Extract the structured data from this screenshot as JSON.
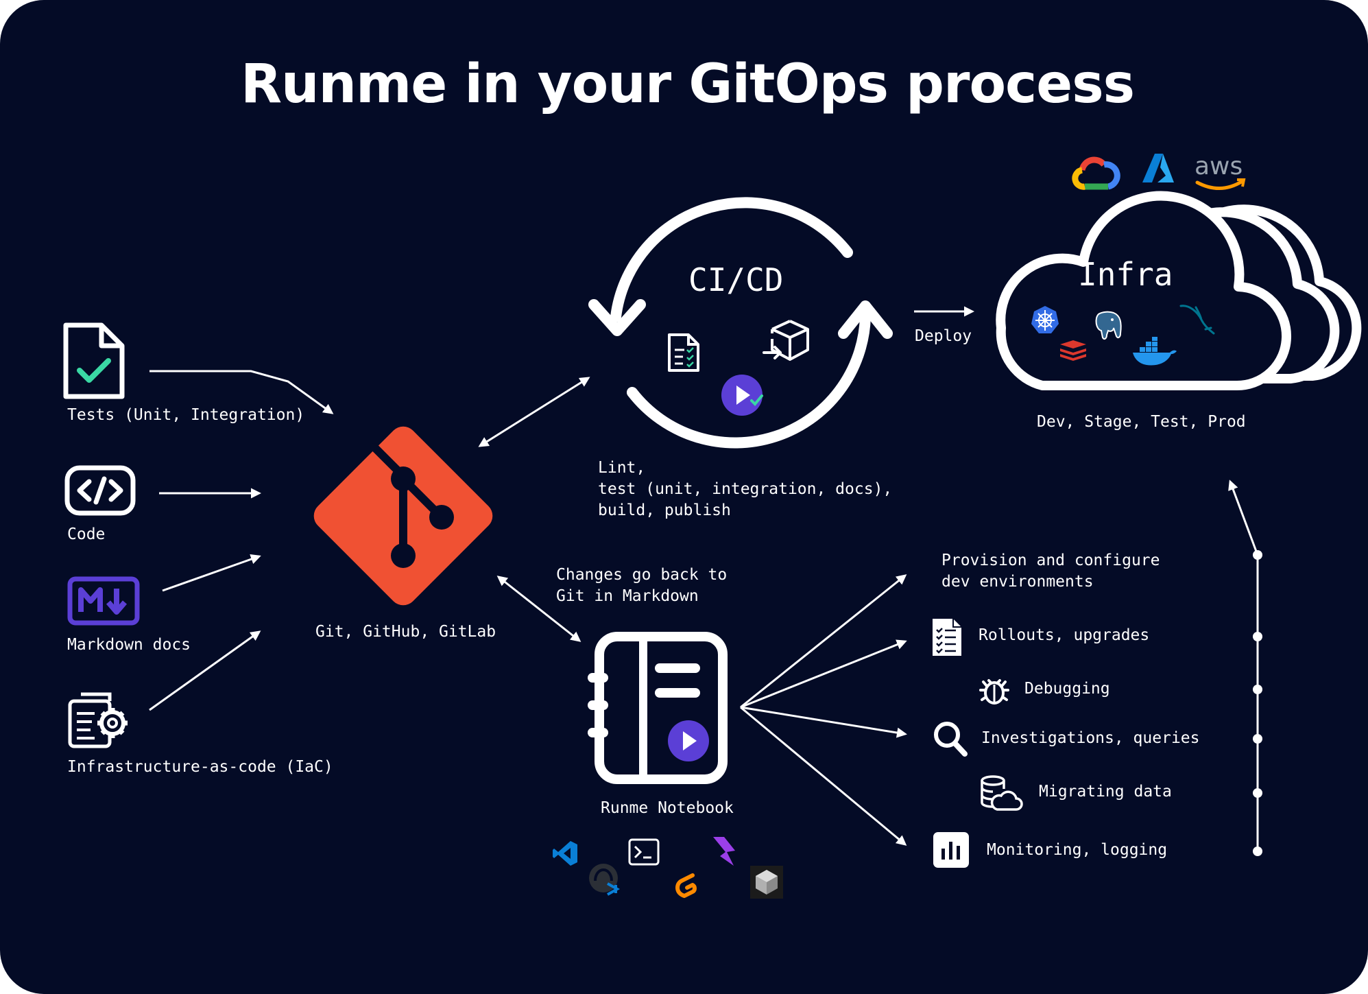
{
  "title": "Runme in your GitOps process",
  "inputs": [
    {
      "label": "Tests (Unit, Integration)",
      "icon": "test-file-icon"
    },
    {
      "label": "Code",
      "icon": "code-icon"
    },
    {
      "label": "Markdown docs",
      "icon": "markdown-icon"
    },
    {
      "label": "Infrastructure-as-code (IaC)",
      "icon": "iac-icon"
    }
  ],
  "git": {
    "label": "Git, GitHub, GitLab",
    "icon": "git-logo-icon",
    "color": "#f05133"
  },
  "cicd": {
    "label": "CI/CD",
    "description": "Lint,\ntest (unit, integration, docs),\nbuild, publish",
    "icons": [
      "checklist-doc-icon",
      "deploy-box-icon",
      "runme-play-icon"
    ]
  },
  "deploy_label": "Deploy",
  "infra": {
    "label": "Infra",
    "environments": "Dev, Stage, Test, Prod",
    "cloud_icons": [
      "google-cloud-icon",
      "azure-icon",
      "aws-icon"
    ],
    "aws_text": "aws",
    "service_icons": [
      "kubernetes-icon",
      "postgres-icon",
      "mysql-icon",
      "redis-icon",
      "docker-icon"
    ]
  },
  "changes_label": "Changes go back to\nGit in Markdown",
  "notebook": {
    "label": "Runme Notebook",
    "client_icons": [
      "vscode-icon",
      "terminal-icon",
      "jetbrains-icon",
      "github-codespaces-icon",
      "gitpod-icon",
      "cloud-shell-icon"
    ]
  },
  "use_cases": [
    {
      "label": "Provision and configure\ndev environments",
      "icon": ""
    },
    {
      "label": "Rollouts, upgrades",
      "icon": "checklist-icon"
    },
    {
      "label": "Debugging",
      "icon": "bug-icon"
    },
    {
      "label": "Investigations, queries",
      "icon": "magnifier-icon"
    },
    {
      "label": "Migrating data",
      "icon": "database-cloud-icon"
    },
    {
      "label": "Monitoring, logging",
      "icon": "bar-chart-icon"
    }
  ],
  "colors": {
    "background": "#040b26",
    "git_orange": "#f05133",
    "accent_purple": "#5b3fd6",
    "check_green": "#3ad8a4",
    "white": "#ffffff"
  }
}
